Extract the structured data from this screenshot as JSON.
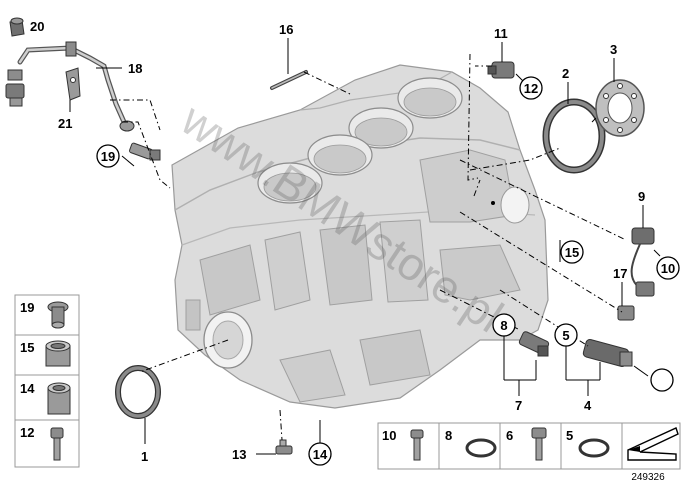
{
  "diagram": {
    "doc_id": "249326",
    "watermark": "www.BMWstore.pl",
    "callouts": {
      "c1": "1",
      "c2": "2",
      "c3": "3",
      "c4": "4",
      "c5": "5",
      "c6": "6",
      "c7": "7",
      "c8": "8",
      "c9": "9",
      "c10": "10",
      "c11": "11",
      "c12": "12",
      "c13": "13",
      "c14": "14",
      "c15": "15",
      "c16": "16",
      "c17": "17",
      "c18": "18",
      "c19": "19",
      "c20": "20",
      "c21": "21"
    },
    "kit_left": [
      "19",
      "15",
      "14",
      "12"
    ],
    "kit_bottom": [
      "10",
      "8",
      "6",
      "5"
    ],
    "colors": {
      "block_fill": "#dcdcdc",
      "block_dark": "#bdbdbd",
      "part_fill": "#8c8c8c",
      "frame": "#999999"
    }
  }
}
